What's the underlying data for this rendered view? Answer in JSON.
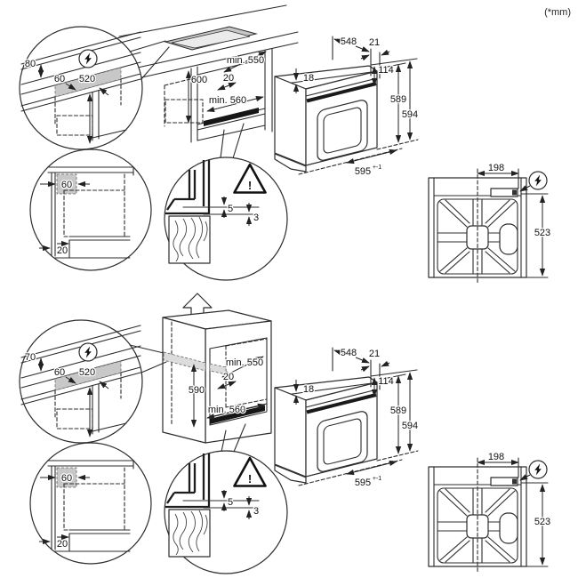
{
  "units_note": "(*mm)",
  "warning_mark": "!",
  "top_installation": {
    "electrical_detail": {
      "dim_wall_offset": "80",
      "dim_side_offset": "60",
      "dim_height": "520"
    },
    "cabinet": {
      "niche_height": "600",
      "min_depth": "min. 550",
      "front_gap": "20",
      "min_width": "min. 560"
    },
    "oven": {
      "depth": "548",
      "rear_clearance": "21",
      "top_inset": "18",
      "front_height": "114",
      "body_height": "589",
      "total_height": "594",
      "width": "595",
      "width_tolerance": "+-1"
    },
    "rear_view": {
      "connection_offset": "198",
      "connection_height": "523"
    },
    "corner_detail": {
      "top_clearance": "60",
      "plinth_recess": "20"
    },
    "gap_detail": {
      "gap_upper": "5",
      "gap_lower": "3"
    }
  },
  "column_installation": {
    "electrical_detail": {
      "dim_wall_offset": "70",
      "dim_side_offset": "60",
      "dim_height": "520"
    },
    "cabinet": {
      "niche_height": "590",
      "min_depth": "min. 550",
      "front_gap": "20",
      "min_width": "min. 560"
    },
    "oven": {
      "depth": "548",
      "rear_clearance": "21",
      "top_inset": "18",
      "front_height": "114",
      "body_height": "589",
      "total_height": "594",
      "width": "595",
      "width_tolerance": "+-1"
    },
    "rear_view": {
      "connection_offset": "198",
      "connection_height": "523"
    },
    "corner_detail": {
      "top_clearance": "60",
      "plinth_recess": "20"
    },
    "gap_detail": {
      "gap_upper": "5",
      "gap_lower": "3"
    }
  }
}
